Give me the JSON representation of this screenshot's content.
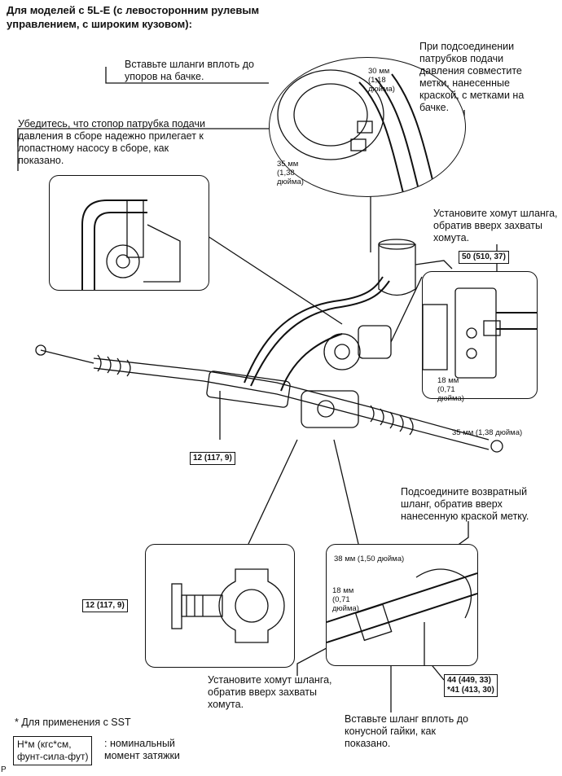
{
  "title": "Для моделей с 5L-E (с левосторонним рулевым\nуправлением, с широким кузовом):",
  "callouts": {
    "insert_hoses": "Вставьте шланги вплоть до\nупоров на бачке.",
    "ensure_stopper": "Убедитесь, что стопор патрубка подачи\nдавления в сборе надежно прилегает к\nлопастному насосу в сборе, как\nпоказано.",
    "align_marks": "При подсоединении\nпатрубков подачи\nдавления совместите\nметки, нанесенные\nкраской, с метками на\nбачке.",
    "install_clamp_top": "Установите хомут шланга,\nобратив вверх захваты\nхомута.",
    "connect_return": "Подсоедините возвратный\nшланг, обратив вверх\nнанесенную краской метку.",
    "install_clamp_bottom": "Установите хомут шланга,\nобратив вверх захваты\nхомута.",
    "insert_hose_nut": "Вставьте шланг вплоть до\nконусной гайки, как\nпоказано."
  },
  "dimensions": {
    "d30": "30 мм\n(1,18\nдюйма)",
    "d35": "35 мм\n(1,38\nдюйма)",
    "d18a": "18 мм\n(0,71\nдюйма)",
    "d35b": "35 мм (1,38 дюйма)",
    "d38": "38 мм (1,50 дюйма)",
    "d18b": "18 мм\n(0,71\nдюйма)"
  },
  "torques": {
    "t50": "50 (510, 37)",
    "t12a": "12 (117, 9)",
    "t12b": "12 (117, 9)",
    "t44": "44 (449, 33)\n*41 (413, 30)"
  },
  "footnote": "* Для применения с SST",
  "legend": {
    "box": "Н*м (кгс*см,\nфунт-сила-фут)",
    "desc": ": номинальный\nмомент затяжки"
  },
  "corner_mark": "P"
}
